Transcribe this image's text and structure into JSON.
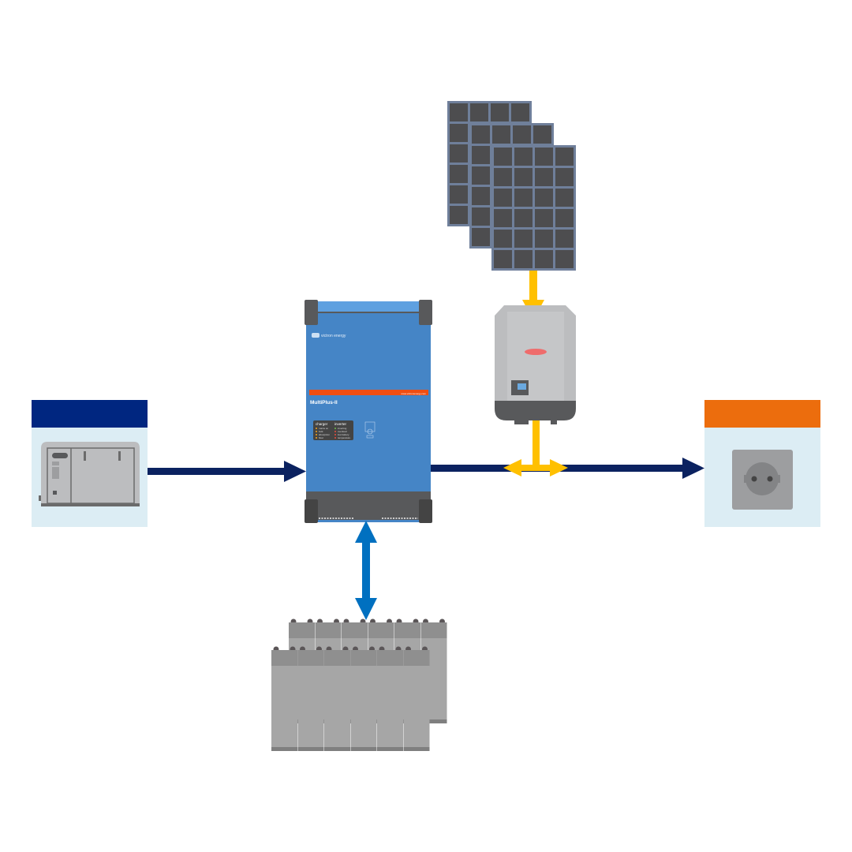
{
  "inverter": {
    "brand": "victron energy",
    "model": "MultiPlus-II",
    "website": "www.victronenergy.com",
    "charger_title": "charger",
    "charger_leds": [
      "mains on",
      "bulk",
      "absorption",
      "float"
    ],
    "inverter_title": "inverter",
    "inverter_leds": [
      "inverting",
      "overload",
      "low battery",
      "temperature"
    ]
  },
  "colors": {
    "ac_line": "#0b2260",
    "pv_line": "#ffc000",
    "dc_line": "#0070c0",
    "source_header": "#002680",
    "load_header": "#ec6d0d",
    "panel_bg": "#dcedf4",
    "multiplus": "#4585c6"
  },
  "nodes": [
    "generator",
    "multiplus-ii",
    "pv-inverter",
    "solar-panels",
    "battery-bank",
    "ac-load"
  ]
}
